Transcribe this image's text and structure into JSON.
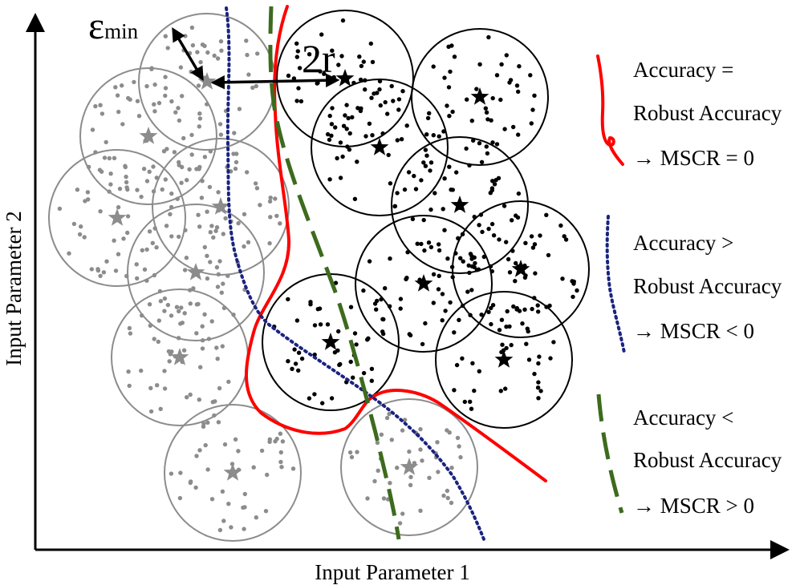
{
  "axes": {
    "x_label": "Input Parameter 1",
    "y_label": "Input Parameter 2"
  },
  "annotations": {
    "epsilon_symbol": "ε",
    "epsilon_subscript": "min",
    "radius_label": "2r"
  },
  "colors": {
    "gray_class": "#8c8c8c",
    "black_class": "#000000",
    "red_boundary": "#ff0000",
    "blue_boundary": "#1a237e",
    "green_boundary": "#3d6b1e"
  },
  "legend": [
    {
      "style": "red-solid",
      "line1": "Accuracy =",
      "line2": "Robust Accuracy",
      "line3": "→ MSCR = 0"
    },
    {
      "style": "blue-dotted",
      "line1": "Accuracy >",
      "line2": "Robust Accuracy",
      "line3": "→ MSCR < 0"
    },
    {
      "style": "green-dashed",
      "line1": "Accuracy <",
      "line2": "Robust Accuracy",
      "line3": "→ MSCR > 0"
    }
  ]
}
